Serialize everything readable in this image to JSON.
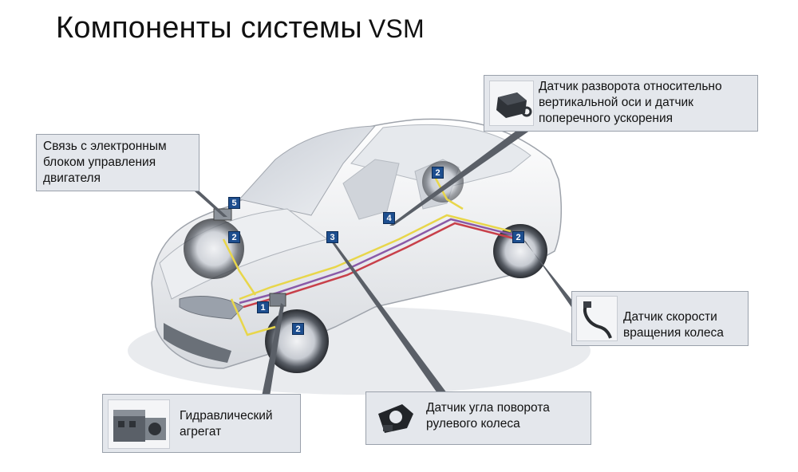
{
  "title": {
    "main": "Компоненты системы",
    "suffix": "VSM"
  },
  "callouts": {
    "yaw_sensor": {
      "text": "Датчик разворота относительно\nвертикальной оси и датчик\nпоперечного ускорения",
      "icon": "yaw-rate-sensor-icon"
    },
    "engine_ecu": {
      "text": "Связь с электронным\nблоком управления\nдвигателя"
    },
    "wheel_speed": {
      "text": "Датчик скорости\nвращения колеса",
      "icon": "wheel-speed-sensor-icon"
    },
    "steering_angle": {
      "text": "Датчик угла поворота\nрулевого колеса",
      "icon": "steering-angle-sensor-icon"
    },
    "hydraulic": {
      "text": "Гидравлический\nагрегат",
      "icon": "hydraulic-unit-icon"
    }
  },
  "markers": {
    "m1": "1",
    "m2a": "2",
    "m2b": "2",
    "m2c": "2",
    "m2d": "2",
    "m3": "3",
    "m4": "4",
    "m5": "5"
  },
  "colors": {
    "marker_bg": "#1d4e8f",
    "callout_bg": "#e4e7ec",
    "wire_yellow": "#e8d64a",
    "wire_purple": "#8a5aa8",
    "wire_red": "#c8404a",
    "leader_line": "#333333"
  }
}
